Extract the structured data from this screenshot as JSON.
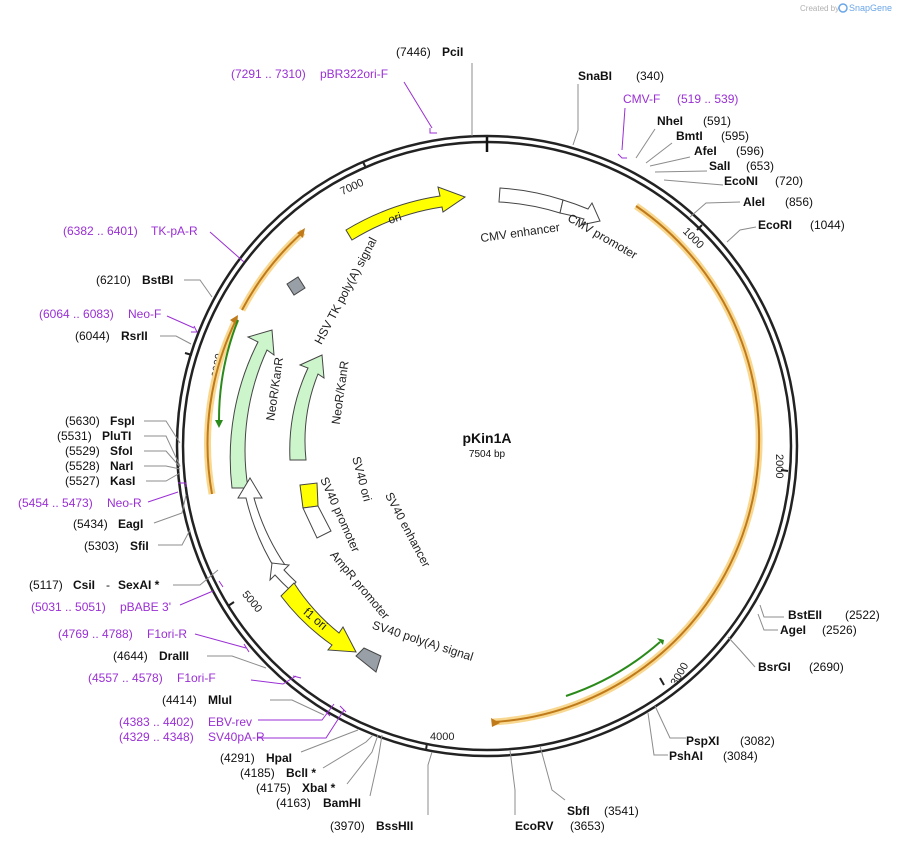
{
  "credit": {
    "created_by": "Created by",
    "brand": "SnapGene"
  },
  "plasmid": {
    "name": "pKin1A",
    "size": "7504 bp"
  },
  "colors": {
    "site_line": "#8c8c8c",
    "primer": "#9a2fd4",
    "yellow_feature": "#ffff00",
    "green_feature": "#ccf5cc",
    "grey_feature": "#999fa6",
    "orf_orange": "#c07a1a",
    "orf_glow": "#f8d890",
    "orf_green": "#2a8a1a"
  },
  "ticks": [
    "1000",
    "2000",
    "3000",
    "4000",
    "5000",
    "6000",
    "7000"
  ],
  "sites": [
    {
      "name": "PciI",
      "pos": "(7446)"
    },
    {
      "name": "SnaBI",
      "pos": "(340)"
    },
    {
      "name": "NheI",
      "pos": "(591)"
    },
    {
      "name": "BmtI",
      "pos": "(595)"
    },
    {
      "name": "AfeI",
      "pos": "(596)"
    },
    {
      "name": "SalI",
      "pos": "(653)"
    },
    {
      "name": "EcoNI",
      "pos": "(720)"
    },
    {
      "name": "AleI",
      "pos": "(856)"
    },
    {
      "name": "EcoRI",
      "pos": "(1044)"
    },
    {
      "name": "BstEII",
      "pos": "(2522)"
    },
    {
      "name": "AgeI",
      "pos": "(2526)"
    },
    {
      "name": "BsrGI",
      "pos": "(2690)"
    },
    {
      "name": "PspXI",
      "pos": "(3082)"
    },
    {
      "name": "PshAI",
      "pos": "(3084)"
    },
    {
      "name": "SbfI",
      "pos": "(3541)"
    },
    {
      "name": "EcoRV",
      "pos": "(3653)"
    },
    {
      "name": "BssHII",
      "pos": "(3970)"
    },
    {
      "name": "BamHI",
      "pos": "(4163)"
    },
    {
      "name": "XbaI *",
      "pos": "(4175)"
    },
    {
      "name": "BclI *",
      "pos": "(4185)"
    },
    {
      "name": "HpaI",
      "pos": "(4291)"
    },
    {
      "name": "MluI",
      "pos": "(4414)"
    },
    {
      "name": "DraIII",
      "pos": "(4644)"
    },
    {
      "name": "CsiI",
      "pos": "(5117)",
      "extra": "SexAI *"
    },
    {
      "name": "SfiI",
      "pos": "(5303)"
    },
    {
      "name": "EagI",
      "pos": "(5434)"
    },
    {
      "name": "KasI",
      "pos": "(5527)"
    },
    {
      "name": "NarI",
      "pos": "(5528)"
    },
    {
      "name": "SfoI",
      "pos": "(5529)"
    },
    {
      "name": "PluTI",
      "pos": "(5531)"
    },
    {
      "name": "FspI",
      "pos": "(5630)"
    },
    {
      "name": "RsrII",
      "pos": "(6044)"
    },
    {
      "name": "BstBI",
      "pos": "(6210)"
    }
  ],
  "primers": [
    {
      "name": "pBR322ori-F",
      "range": "(7291 .. 7310)"
    },
    {
      "name": "CMV-F",
      "range": "(519 .. 539)"
    },
    {
      "name": "TK-pA-R",
      "range": "(6382 .. 6401)"
    },
    {
      "name": "Neo-F",
      "range": "(6064 .. 6083)"
    },
    {
      "name": "Neo-R",
      "range": "(5454 .. 5473)"
    },
    {
      "name": "pBABE 3'",
      "range": "(5031 .. 5051)"
    },
    {
      "name": "F1ori-R",
      "range": "(4769 .. 4788)"
    },
    {
      "name": "F1ori-F",
      "range": "(4557 .. 4578)"
    },
    {
      "name": "EBV-rev",
      "range": "(4383 .. 4402)"
    },
    {
      "name": "SV40pA-R",
      "range": "(4329 .. 4348)"
    }
  ],
  "features": {
    "ori": "ori",
    "cmv_enhancer": "CMV enhancer",
    "cmv_promoter": "CMV promoter",
    "hsv_tk": "HSV TK poly(A) signal",
    "neor_outer": "NeoR/KanR",
    "neor_inner": "NeoR/KanR",
    "sv40_ori": "SV40 ori",
    "sv40_enhancer": "SV40 enhancer",
    "sv40_promoter": "SV40 promoter",
    "ampr_promoter": "AmpR promoter",
    "f1_ori": "f1 ori",
    "sv40_polya": "SV40 poly(A) signal"
  }
}
